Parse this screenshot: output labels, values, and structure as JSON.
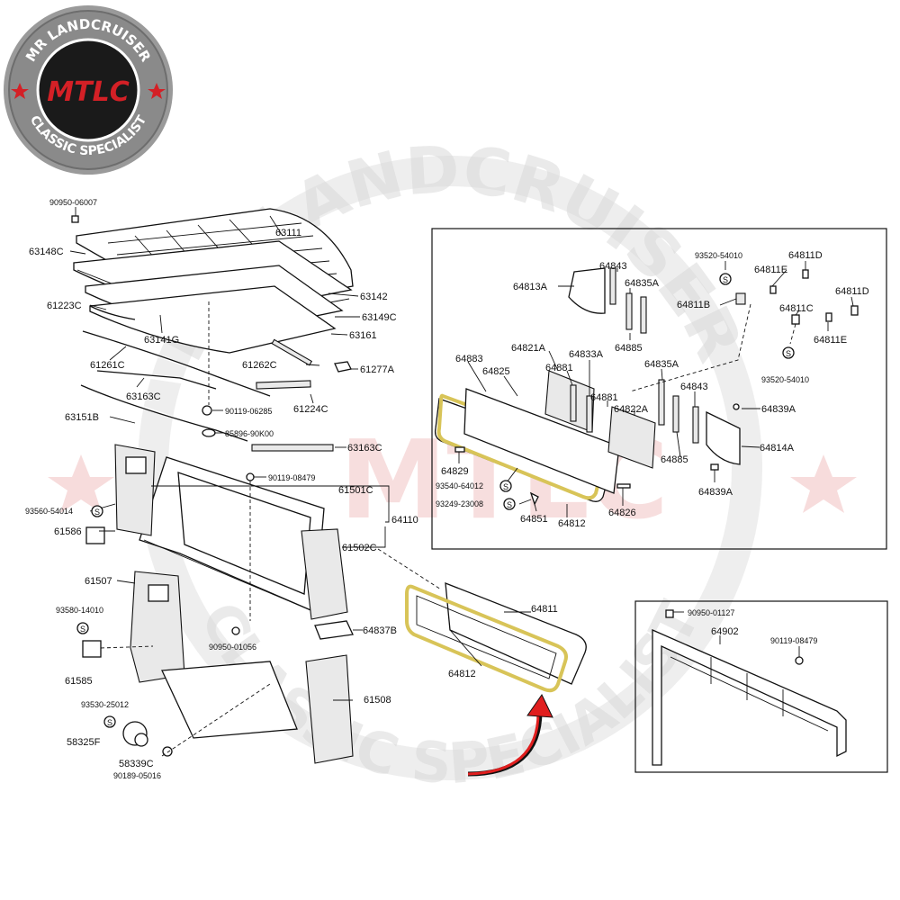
{
  "logo": {
    "top_text": "MR LANDCRUISER",
    "center_text": "MTLC",
    "bottom_text": "CLASSIC SPECIALIST",
    "colors": {
      "ring": "#8a8a8a",
      "center": "#1a1a1a",
      "accent": "#d42026"
    }
  },
  "watermark": {
    "top_text": "MR LANDCRUISER",
    "bottom_text": "CLASSIC SPECIALIST",
    "center_text": "MTLC"
  },
  "highlight": {
    "seal_color": "#d8c458",
    "arrow_color": "#e01e1e"
  },
  "parts": {
    "p90950_06007": "90950-06007",
    "p63111": "63111",
    "p63148c": "63148C",
    "p61223c": "61223C",
    "p63141g": "63141G",
    "p61261c": "61261C",
    "p63163c_a": "63163C",
    "p63151b": "63151B",
    "p63142": "63142",
    "p63149c": "63149C",
    "p63161": "63161",
    "p61262c": "61262C",
    "p61277a": "61277A",
    "p61224c": "61224C",
    "p90119_06285": "90119-06285",
    "p85896_90k00": "85896-90K00",
    "p63163c_b": "63163C",
    "p90119_08479_a": "90119-08479",
    "p61501c": "61501C",
    "p64110": "64110",
    "p61502c": "61502C",
    "p93560_54014": "93560-54014",
    "p61586": "61586",
    "p61507": "61507",
    "p93580_14010": "93580-14010",
    "p61585": "61585",
    "p93530_25012": "93530-25012",
    "p58325f": "58325F",
    "p58339c": "58339C",
    "p90189_05016": "90189-05016",
    "p90950_01056": "90950-01056",
    "p64837b": "64837B",
    "p61508": "61508",
    "p64811": "64811",
    "p64812_b": "64812",
    "p64813a": "64813A",
    "p64843_a": "64843",
    "p64835a_a": "64835A",
    "p64885_a": "64885",
    "p93520_54010_a": "93520-54010",
    "p64811e_a": "64811E",
    "p64811d_a": "64811D",
    "p64811b": "64811B",
    "p64811c": "64811C",
    "p64811d_b": "64811D",
    "p64811e_b": "64811E",
    "p93520_54010_b": "93520-54010",
    "p64821a": "64821A",
    "p64833a": "64833A",
    "p64883": "64883",
    "p64825": "64825",
    "p64881_a": "64881",
    "p64881_b": "64881",
    "p64835a_b": "64835A",
    "p64822a": "64822A",
    "p64843_b": "64843",
    "p64839a_a": "64839A",
    "p64814a": "64814A",
    "p64885_b": "64885",
    "p64839a_b": "64839A",
    "p64829": "64829",
    "p93540_64012": "93540-64012",
    "p93249_23008": "93249-23008",
    "p64851": "64851",
    "p64812_a": "64812",
    "p64826": "64826",
    "p90950_01127": "90950-01127",
    "p64902": "64902",
    "p90119_08479_b": "90119-08479",
    "s_glyph": "S"
  }
}
